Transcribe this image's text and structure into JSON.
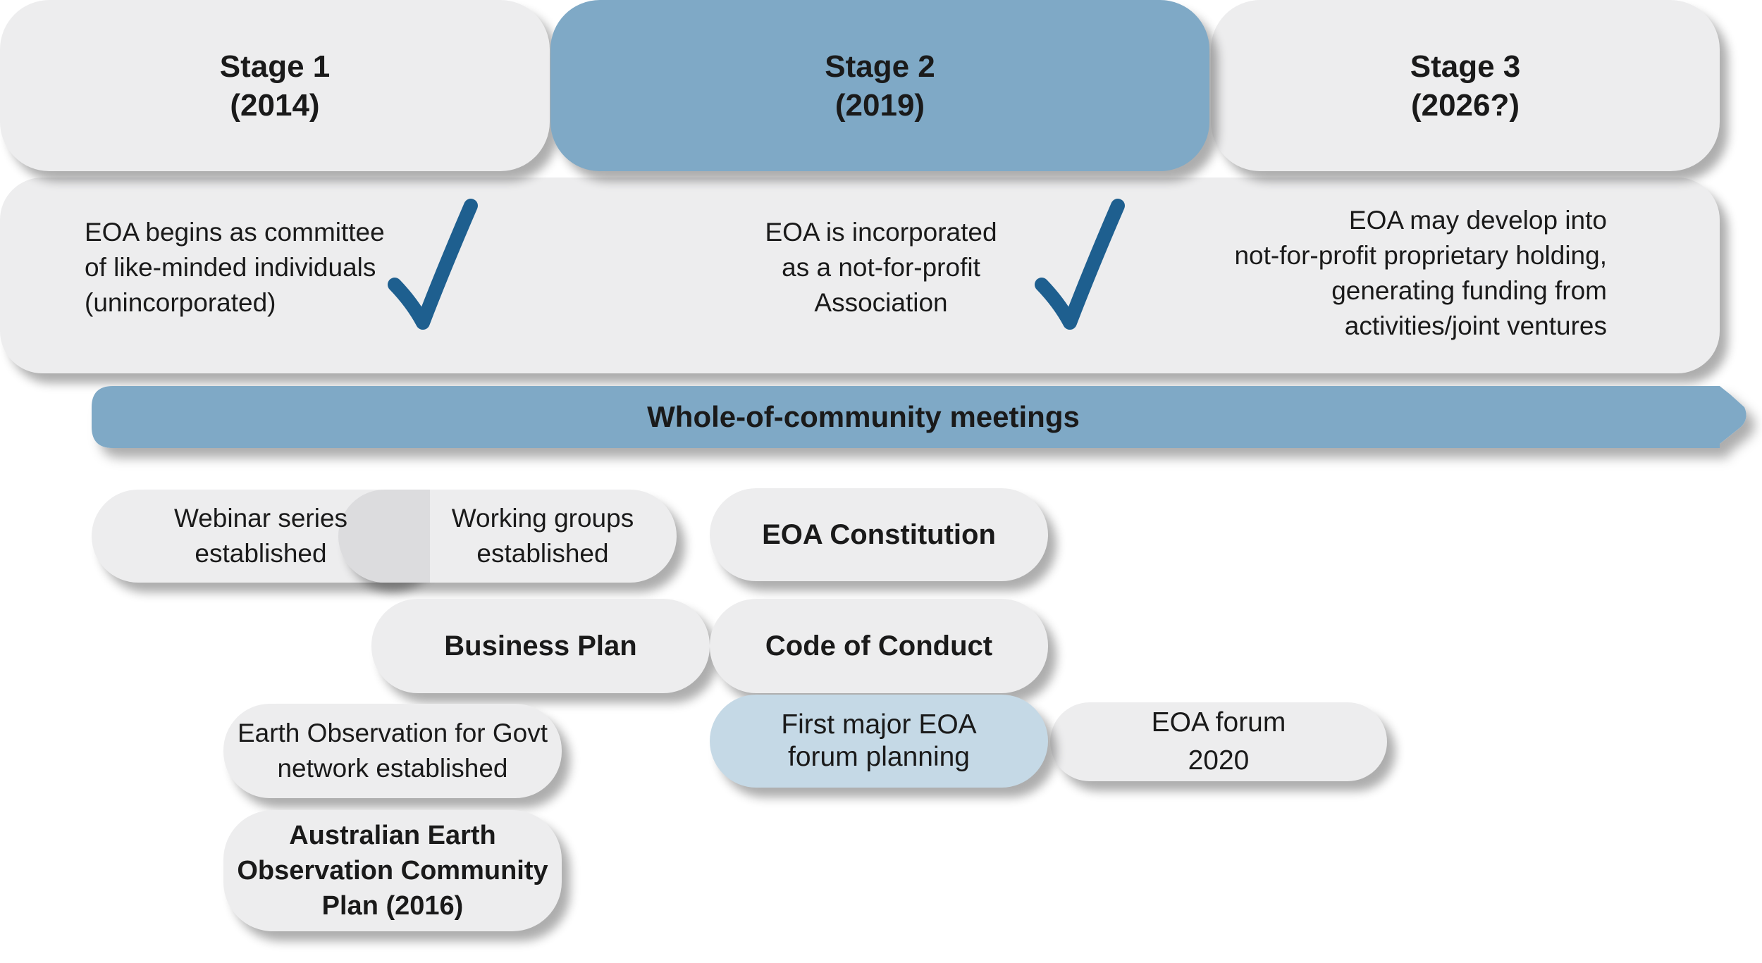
{
  "stages": [
    {
      "title": "Stage 1\n(2014)"
    },
    {
      "title": "Stage 2\n(2019)"
    },
    {
      "title": "Stage 3\n(2026?)"
    }
  ],
  "descriptions": [
    "EOA begins as committee\nof like-minded individuals\n(unincorporated)",
    "EOA is incorporated\nas a not-for-profit\nAssociation",
    "EOA may develop into\nnot-for-profit proprietary holding,\ngenerating funding from\nactivities/joint ventures"
  ],
  "banner": {
    "label": "Whole-of-community meetings"
  },
  "items": {
    "webinar": "Webinar series\nestablished",
    "working_groups": "Working groups\nestablished",
    "constitution": "EOA Constitution",
    "business_plan": "Business Plan",
    "code_of_conduct": "Code of Conduct",
    "eo_govt": "Earth Observation for Govt\nnetwork established",
    "forum_planning": "First major EOA\nforum planning",
    "forum_2020": "EOA forum\n2020",
    "community_plan": "Australian Earth\nObservation Community\nPlan (2016)"
  },
  "colors": {
    "box_grey": "#ededee",
    "stage_highlight": "#7fa9c6",
    "banner": "#7fa9c6",
    "forum_planning": "#c5d9e6",
    "checkmark": "#1e5f8f"
  }
}
